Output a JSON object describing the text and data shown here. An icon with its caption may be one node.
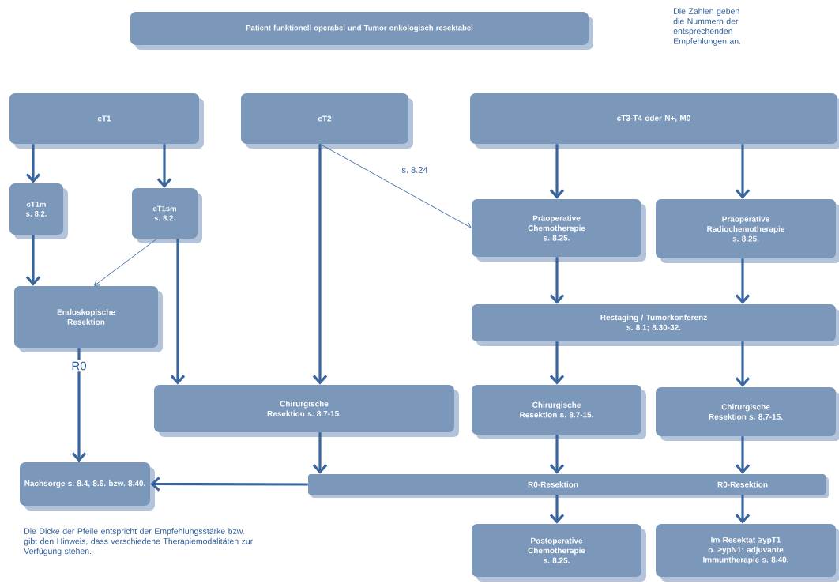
{
  "diagram": {
    "nodes": [
      {
        "text": [
          "Patient funktionell operabel und Tumor onkologisch resektabel"
        ]
      },
      {
        "text": [
          "cT1"
        ]
      },
      {
        "text": [
          "cT2"
        ]
      },
      {
        "text": [
          "cT3-T4 oder N+, M0"
        ]
      },
      {
        "text": [
          "cT1m s. 8.2."
        ]
      },
      {
        "text": [
          "cT1sm s. 8.2."
        ]
      },
      {
        "text": [
          "Endoskopische Resektion"
        ]
      },
      {
        "text": [
          "Präoperative Chemotherapie s. 8.25."
        ]
      },
      {
        "text": [
          "Präoperative Radiochemotherapie s. 8.25."
        ]
      },
      {
        "text": [
          "Restaging / Tumorkonferenz s. 8.1; 8.30-32."
        ]
      },
      {
        "text": [
          "Chirurgische Resektion s. 8.7-15."
        ]
      },
      {
        "text": [
          "Chirurgische Resektion s. 8.7-15."
        ]
      },
      {
        "text": [
          "Chirurgische Resektion s. 8.7-15."
        ]
      },
      {
        "text": [
          "Nachsorge s. 8.4, 8.6. bzw. 8.40."
        ]
      },
      {
        "text": [
          "R0-Resektion",
          "R0-Resektion"
        ]
      },
      {
        "text": [
          "Postoperative Chemotherapie s. 8.25."
        ]
      },
      {
        "text": [
          "Im Resektat ≥ypT1 o. ≥ypN1: adjuvante Immuntherapie s. 8.40."
        ]
      }
    ],
    "edges": [
      {
        "from": 1,
        "to": 4,
        "arrow": "to"
      },
      {
        "from": 1,
        "to": 5,
        "arrow": "to"
      },
      {
        "from": 4,
        "to": 6,
        "arrow": "to"
      },
      {
        "from": 5,
        "to": 6,
        "arrow": "to"
      },
      {
        "from": 5,
        "to": 10,
        "arrow": "to"
      },
      {
        "from": 2,
        "to": 10,
        "arrow": "to"
      },
      {
        "from": 2,
        "to": 7,
        "arrow": "to",
        "label": "s. 8.24"
      },
      {
        "from": 3,
        "to": 7,
        "arrow": "to"
      },
      {
        "from": 3,
        "to": 8,
        "arrow": "to"
      },
      {
        "from": 7,
        "to": 9,
        "arrow": "to"
      },
      {
        "from": 8,
        "to": 9,
        "arrow": "to"
      },
      {
        "from": 9,
        "to": 11,
        "arrow": "to"
      },
      {
        "from": 9,
        "to": 12,
        "arrow": "to"
      },
      {
        "from": 10,
        "to": 14,
        "arrow": "to"
      },
      {
        "from": 11,
        "to": 14,
        "arrow": "to"
      },
      {
        "from": 12,
        "to": 14,
        "arrow": "to"
      },
      {
        "from": 14,
        "to": 13,
        "arrow": "to"
      },
      {
        "from": 6,
        "to": 13,
        "arrow": "to",
        "label": "R0"
      },
      {
        "from": 14,
        "to": 15,
        "arrow": "to"
      },
      {
        "from": 14,
        "to": 16,
        "arrow": "to"
      }
    ],
    "labels": [
      "Die Zahlen geben die Nummern der entsprechenden Empfehlungen an.",
      "Die Dicke der Pfeile entspricht der Empfehlungsstärke bzw. gibt den Hinweis, dass verschiedene Therapiemodalitäten zur Verfügung stehen."
    ]
  }
}
